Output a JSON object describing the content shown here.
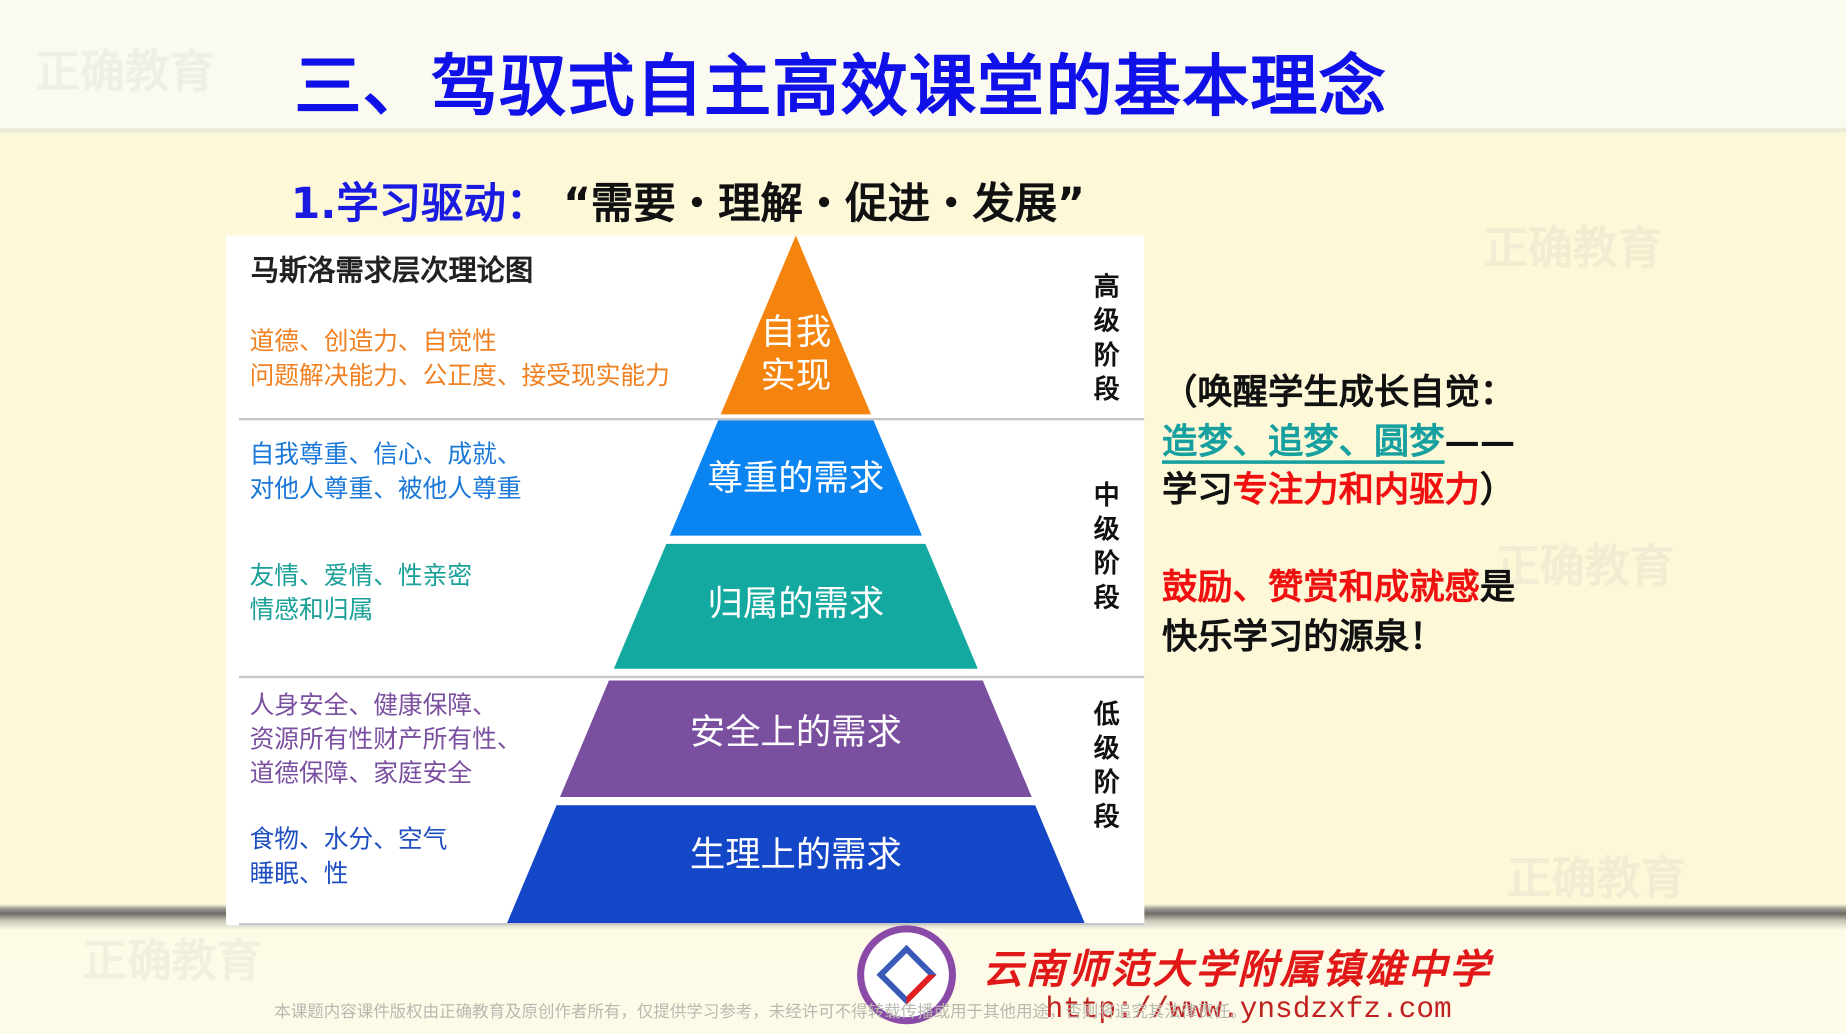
{
  "title": "三、驾驭式自主高效课堂的基本理念",
  "subtitle": {
    "number": "1.学习驱动：",
    "quote": "“需要・理解・促进・发展”"
  },
  "diagram": {
    "title": "马斯洛需求层次理论图",
    "layers": [
      {
        "label_line1": "自我",
        "label_line2": "实现",
        "color": "#f5840f",
        "desc": [
          "道德、创造力、自觉性",
          "问题解决能力、公正度、接受现实能力"
        ],
        "desc_color": "#f08020"
      },
      {
        "label": "尊重的需求",
        "color": "#0a84f0",
        "desc": [
          "自我尊重、信心、成就、",
          "对他人尊重、被他人尊重"
        ],
        "desc_color": "#1a78d8"
      },
      {
        "label": "归属的需求",
        "color": "#14a9a0",
        "desc": [
          "友情、爱情、性亲密",
          "情感和归属"
        ],
        "desc_color": "#1aa098"
      },
      {
        "label": "安全上的需求",
        "color": "#7b4fa0",
        "desc": [
          "人身安全、健康保障、",
          "资源所有性财产所有性、",
          "道德保障、家庭安全"
        ],
        "desc_color": "#7a4fa0"
      },
      {
        "label": "生理上的需求",
        "color": "#1446c8",
        "desc": [
          "食物、水分、空气",
          "睡眠、性"
        ],
        "desc_color": "#1f4fc0"
      }
    ],
    "stages": [
      "高级阶段",
      "中级阶段",
      "低级阶段"
    ],
    "watermark": "正确教育"
  },
  "side_text": {
    "line1": "（唤醒学生成长自觉：",
    "dream": "造梦、追梦、圆梦",
    "dash": "——",
    "line3_a": "学习",
    "line3_b": "专注力和内驱力",
    "line3_c": "）",
    "line4_a": "鼓励、赞赏和成就感",
    "line4_b": "是",
    "line5": "快乐学习的源泉！"
  },
  "footer": {
    "school": "云南师范大学附属镇雄中学",
    "url": "http://www.ynsdzxfz.com",
    "copyright": "本课题内容课件版权由正确教育及原创作者所有，仅提供学习参考，未经许可不得转载传播或用于其他用途，否则将追究其法律责任。"
  }
}
